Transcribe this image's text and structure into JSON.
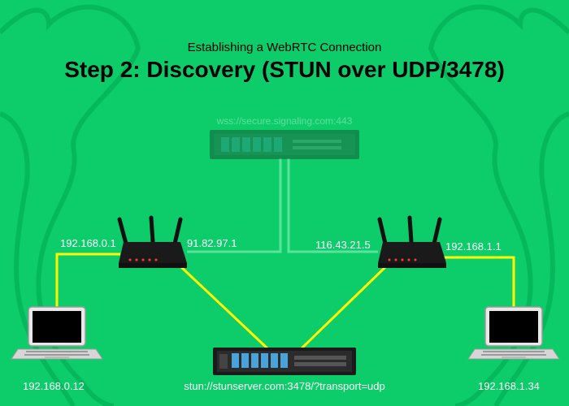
{
  "header": {
    "subtitle": "Establishing a WebRTC Connection",
    "title": "Step 2: Discovery (STUN over UDP/3478)"
  },
  "signaling": {
    "url": "wss://secure.signaling.com:443"
  },
  "left_router": {
    "lan_ip": "192.168.0.1",
    "wan_ip": "91.82.97.1"
  },
  "right_router": {
    "wan_ip": "116.43.21.5",
    "lan_ip": "192.168.1.1"
  },
  "left_laptop": {
    "ip": "192.168.0.12"
  },
  "right_laptop": {
    "ip": "192.168.1.34"
  },
  "stun": {
    "url": "stun://stunserver.com:3478/?transport=udp"
  },
  "colors": {
    "background": "#0dcc6a",
    "cloud_outline": "#05b85c",
    "active_link": "#ffff00",
    "faded_link": "#6fe8a8",
    "device": "#1a1a1a"
  }
}
